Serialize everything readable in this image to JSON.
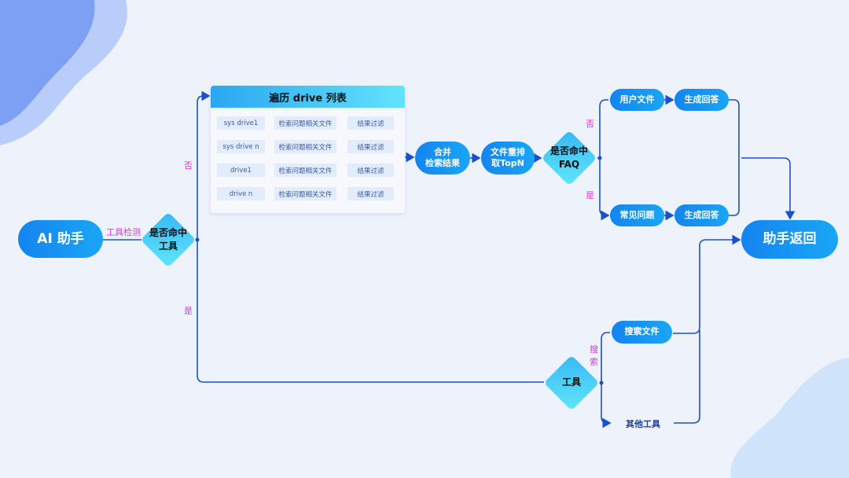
{
  "start": "AI 助手",
  "edge_tool_detect": "工具检测",
  "decision_tool": [
    "是否命中",
    "工具"
  ],
  "label_no": "否",
  "label_yes": "是",
  "drive_box": {
    "title": "遍历 drive 列表",
    "rows": [
      {
        "drive": "sys drive1",
        "search": "检索问题相关文件",
        "filter": "结果过滤"
      },
      {
        "drive": "sys drive n",
        "search": "检索问题相关文件",
        "filter": "结果过滤"
      },
      {
        "drive": "drive1",
        "search": "检索问题相关文件",
        "filter": "结果过滤"
      },
      {
        "drive": "drive n",
        "search": "检索问题相关文件",
        "filter": "结果过滤"
      }
    ]
  },
  "merge": [
    "合并",
    "检索结果"
  ],
  "rerank": [
    "文件重排",
    "取TopN"
  ],
  "decision_faq": [
    "是否命中",
    "FAQ"
  ],
  "user_files": "用户文件",
  "faq": "常见问题",
  "gen_answer": "生成回答",
  "end": "助手返回",
  "decision_tools": "工具",
  "label_search": [
    "搜",
    "索"
  ],
  "search_files": "搜索文件",
  "other_tools": "其他工具"
}
